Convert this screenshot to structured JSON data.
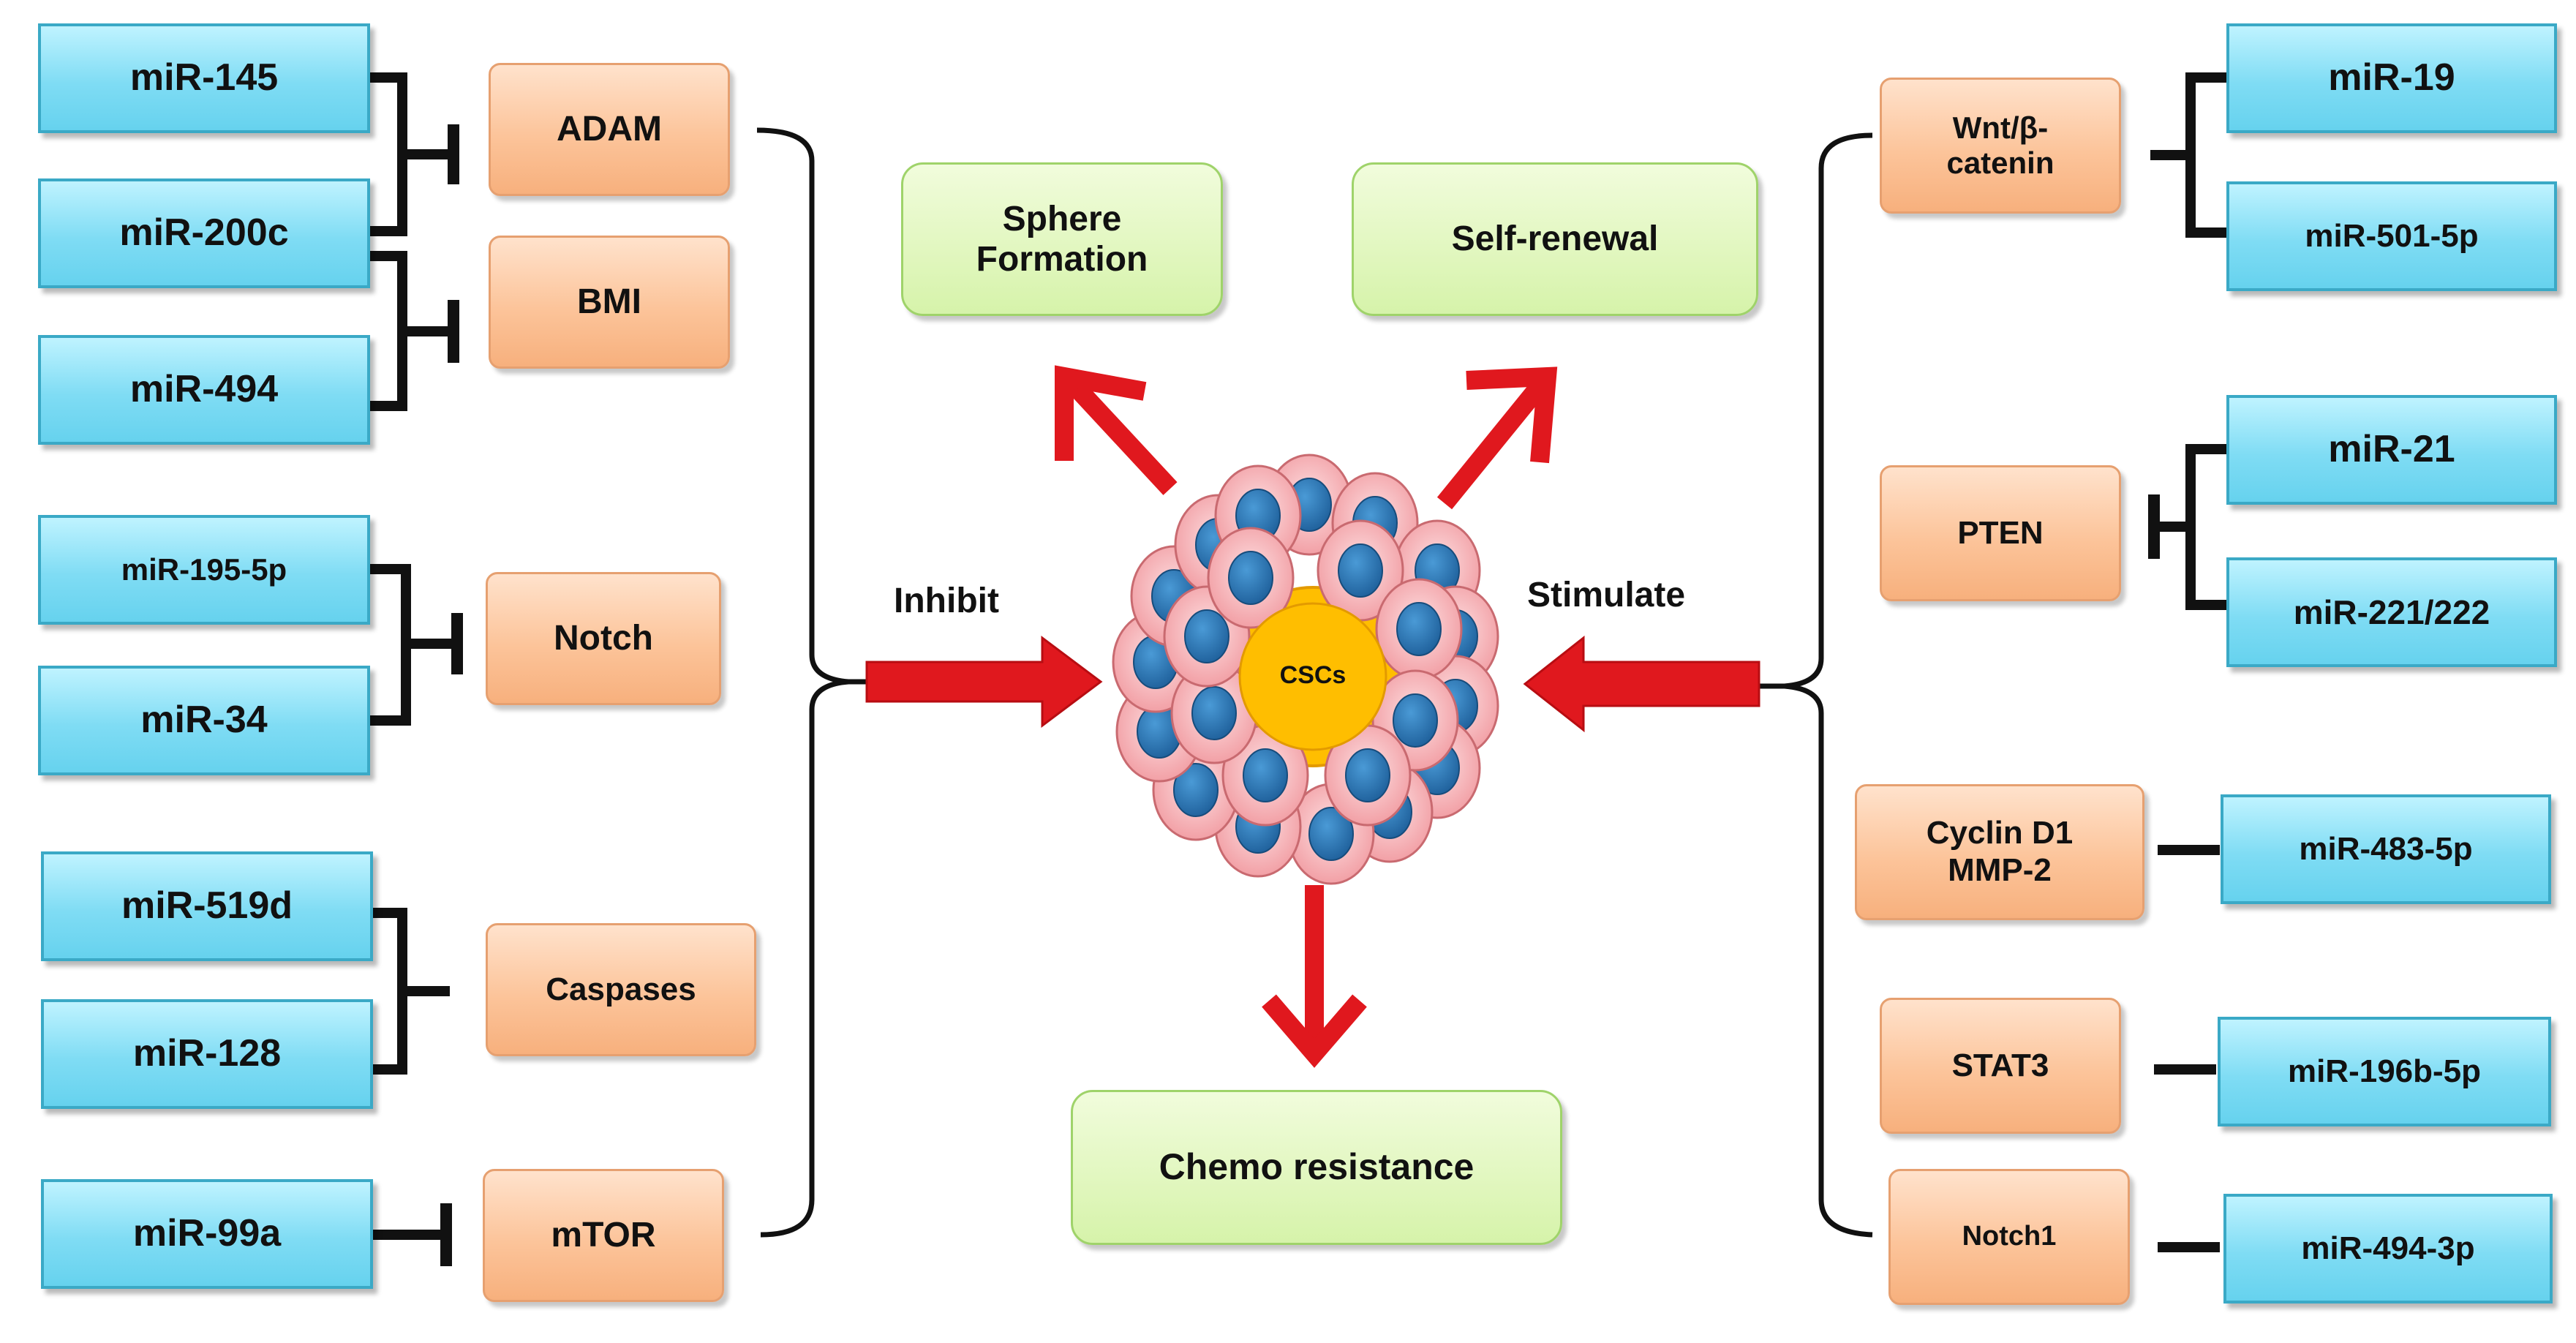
{
  "inhibit_label": "Inhibit",
  "stimulate_label": "Stimulate",
  "center_label": "CSCs",
  "outcomes": {
    "sphere": "Sphere\nFormation",
    "selfrenewal": "Self-renewal",
    "chemo": "Chemo resistance"
  },
  "left": {
    "mirnas": [
      "miR-145",
      "miR-200c",
      "miR-494",
      "miR-195-5p",
      "miR-34",
      "miR-519d",
      "miR-128",
      "miR-99a"
    ],
    "targets": [
      "ADAM",
      "BMI",
      "Notch",
      "Caspases",
      "mTOR"
    ]
  },
  "right": {
    "targets": [
      "Wnt/β-\ncatenin",
      "PTEN",
      "Cyclin D1\nMMP-2",
      "STAT3",
      "Notch1"
    ],
    "mirnas": [
      "miR-19",
      "miR-501-5p",
      "miR-21",
      "miR-221/222",
      "miR-483-5p",
      "miR-196b-5p",
      "miR-494-3p"
    ]
  },
  "colors": {
    "mirna_fill": "#7fdcf4",
    "target_fill": "#fcc49a",
    "outcome_fill": "#d6f3aa",
    "arrow_red": "#e0181e",
    "cell_pink": "#f4a6aa",
    "nucleus_blue": "#2b78b8",
    "core_yellow": "#ffbe00"
  }
}
